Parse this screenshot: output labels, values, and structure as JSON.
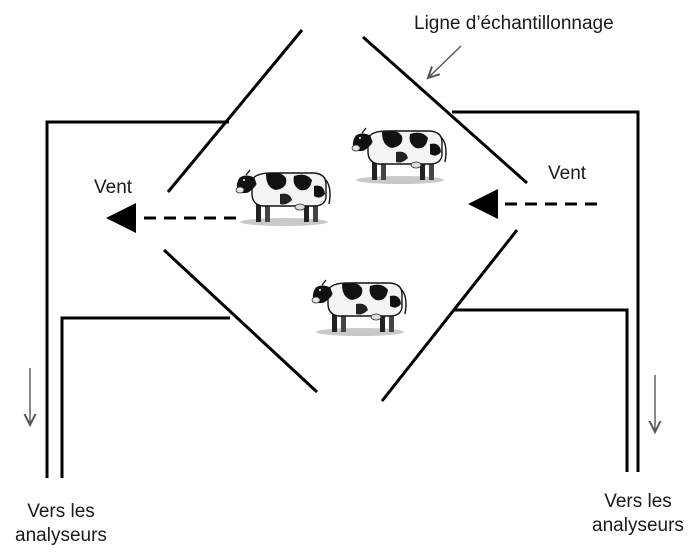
{
  "labels": {
    "sampling_line": "Ligne d’échantillonnage",
    "wind_left": "Vent",
    "wind_right": "Vent",
    "left_dest_line1": "Vers les",
    "left_dest_line2": "analyseurs",
    "right_dest_line1": "Vers les",
    "right_dest_line2": "analyseurs"
  },
  "icons": {
    "cow": "cow-icon",
    "wind_arrow": "dashed-arrow-icon",
    "flow_arrow": "down-arrow-icon"
  },
  "colors": {
    "line": "#000000",
    "text": "#1a1a1a",
    "background": "#ffffff"
  }
}
